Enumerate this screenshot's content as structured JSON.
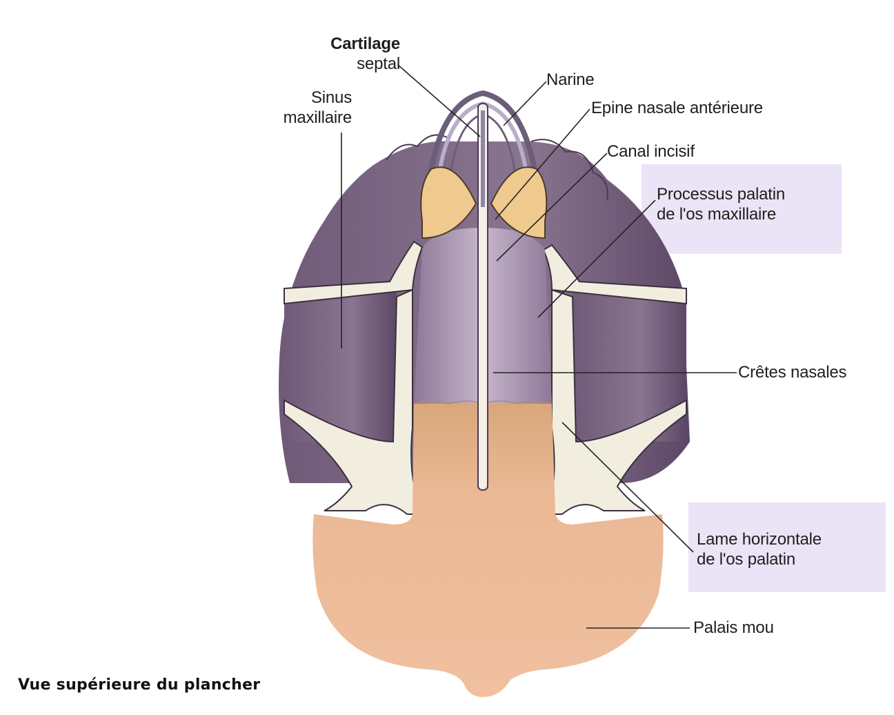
{
  "labels": {
    "cartilage_line1": "Cartilage",
    "cartilage_line2": "septal",
    "sinus_line1": "Sinus",
    "sinus_line2": "maxillaire",
    "narine": "Narine",
    "epine": "Epine nasale antérieure",
    "canal": "Canal incisif",
    "processus_line1": "Processus palatin",
    "processus_line2": "de l'os maxillaire",
    "cretes": "Crêtes nasales",
    "lame_line1": "Lame horizontale",
    "lame_line2": "de l'os palatin",
    "palais": "Palais mou"
  },
  "caption": "Vue supérieure du plancher",
  "colors": {
    "tissue_purple": "#7a6580",
    "bone_cream": "#f2eedf",
    "palate_tan": "#e8b591",
    "cartilage_orange": "#f0c98e",
    "label_highlight": "#ebe4f7"
  }
}
